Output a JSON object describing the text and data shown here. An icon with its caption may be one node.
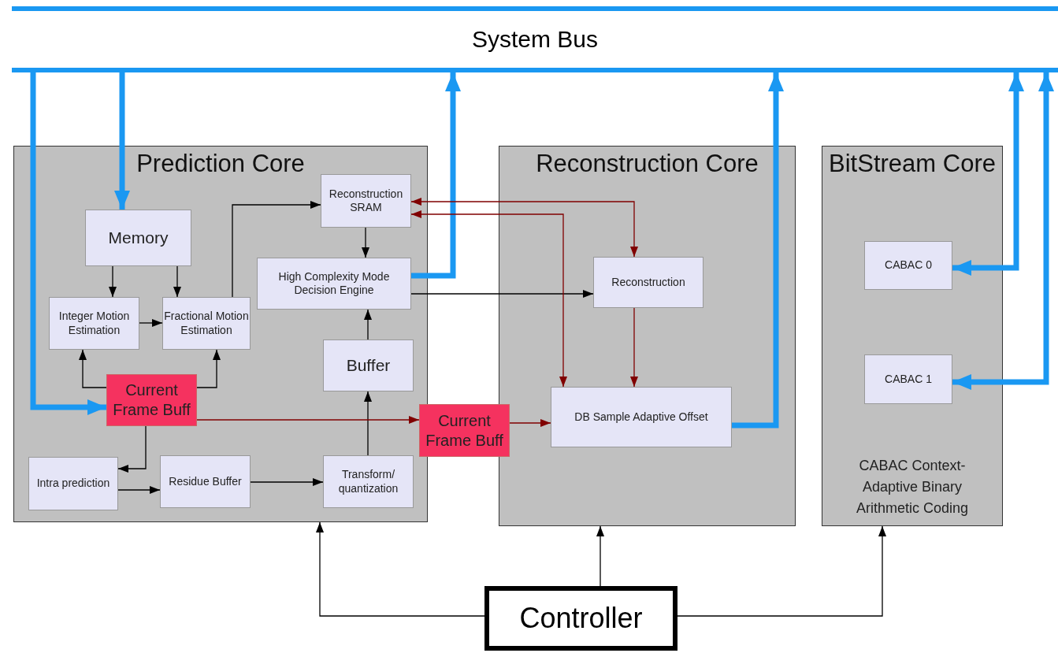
{
  "diagram": {
    "nodes": [
      {
        "text": [
          "System Bus"
        ]
      },
      {
        "text": [
          "Prediction Core"
        ]
      },
      {
        "text": [
          "Memory"
        ],
        "in": 1
      },
      {
        "text": [
          "Integer Motion Estimation"
        ],
        "in": 1
      },
      {
        "text": [
          "Fractional Motion Estimation"
        ],
        "in": 1
      },
      {
        "text": [
          "Current Frame Buff"
        ],
        "in": 1
      },
      {
        "text": [
          "Reconstruction SRAM"
        ],
        "in": 1
      },
      {
        "text": [
          "High Complexity Mode Decision Engine"
        ],
        "in": 1
      },
      {
        "text": [
          "Buffer"
        ],
        "in": 1
      },
      {
        "text": [
          "Intra prediction"
        ],
        "in": 1
      },
      {
        "text": [
          "Residue Buffer"
        ],
        "in": 1
      },
      {
        "text": [
          "Transform/ quantization"
        ],
        "in": 1
      },
      {
        "text": [
          "Current Frame Buff"
        ]
      },
      {
        "text": [
          "Reconstruction Core"
        ]
      },
      {
        "text": [
          "Reconstruction"
        ],
        "in": 13
      },
      {
        "text": [
          "DB Sample Adaptive Offset"
        ],
        "in": 13
      },
      {
        "text": [
          "BitStream Core",
          "CABAC Context-Adaptive Binary Arithmetic Coding"
        ]
      },
      {
        "text": [
          "CABAC 0"
        ],
        "in": 16
      },
      {
        "text": [
          "CABAC 1"
        ],
        "in": 16
      },
      {
        "text": [
          "Controller"
        ]
      }
    ],
    "edges": [
      {
        "from": 0,
        "to": 5,
        "arrow": "to",
        "style": "thick",
        "color": "#1a98f2"
      },
      {
        "from": 0,
        "to": 2,
        "arrow": "to",
        "style": "thick",
        "color": "#1a98f2"
      },
      {
        "from": 7,
        "to": 0,
        "arrow": "to",
        "style": "thick",
        "color": "#1a98f2"
      },
      {
        "from": 15,
        "to": 0,
        "arrow": "to",
        "style": "thick",
        "color": "#1a98f2"
      },
      {
        "from": 0,
        "to": 17,
        "arrow": "both",
        "style": "thick",
        "color": "#1a98f2"
      },
      {
        "from": 0,
        "to": 18,
        "arrow": "both",
        "style": "thick",
        "color": "#1a98f2"
      },
      {
        "from": 2,
        "to": 3,
        "arrow": "to"
      },
      {
        "from": 2,
        "to": 4,
        "arrow": "to"
      },
      {
        "from": 3,
        "to": 4,
        "arrow": "to"
      },
      {
        "from": 4,
        "to": 6,
        "arrow": "to"
      },
      {
        "from": 6,
        "to": 7,
        "arrow": "to"
      },
      {
        "from": 7,
        "to": 14,
        "arrow": "to"
      },
      {
        "from": 8,
        "to": 7,
        "arrow": "to"
      },
      {
        "from": 11,
        "to": 8,
        "arrow": "to"
      },
      {
        "from": 5,
        "to": 3,
        "arrow": "to"
      },
      {
        "from": 5,
        "to": 4,
        "arrow": "to"
      },
      {
        "from": 5,
        "to": 9,
        "arrow": "to"
      },
      {
        "from": 9,
        "to": 10,
        "arrow": "to"
      },
      {
        "from": 10,
        "to": 11,
        "arrow": "to"
      },
      {
        "from": 19,
        "to": 1,
        "arrow": "to"
      },
      {
        "from": 19,
        "to": 13,
        "arrow": "to"
      },
      {
        "from": 19,
        "to": 16,
        "arrow": "to"
      },
      {
        "from": 5,
        "to": 12,
        "arrow": "to",
        "color": "#800000"
      },
      {
        "from": 12,
        "to": 15,
        "arrow": "to",
        "color": "#800000"
      },
      {
        "from": 6,
        "to": 14,
        "arrow": "both",
        "color": "#800000"
      },
      {
        "from": 6,
        "to": 15,
        "arrow": "both",
        "color": "#800000"
      },
      {
        "from": 14,
        "to": 15,
        "arrow": "to",
        "color": "#800000"
      }
    ]
  }
}
